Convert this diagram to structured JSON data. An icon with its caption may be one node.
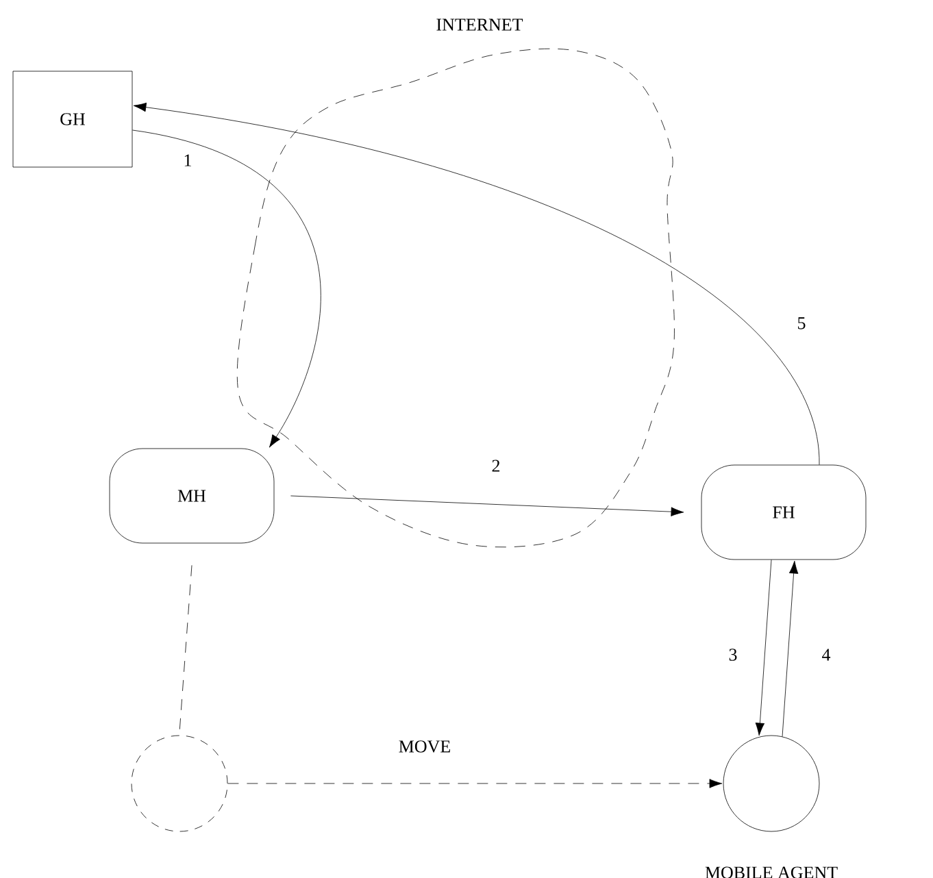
{
  "diagram": {
    "nodes": [
      {
        "text": [
          "GH"
        ]
      },
      {
        "text": [
          "MH"
        ]
      },
      {
        "text": [
          "FH"
        ]
      },
      {
        "text": [],
        "shape": "circle"
      },
      {
        "text": [],
        "shape": "circle",
        "beside": [
          "MOBILE AGENT"
        ]
      }
    ],
    "edges": [
      {
        "from": 0,
        "to": 1,
        "arrow": "to",
        "label": "1"
      },
      {
        "from": 1,
        "to": 2,
        "arrow": "to",
        "label": "2"
      },
      {
        "from": 2,
        "to": 4,
        "arrow": "to",
        "label": "3"
      },
      {
        "from": 4,
        "to": 2,
        "arrow": "to",
        "label": "4"
      },
      {
        "from": 2,
        "to": 0,
        "arrow": "to",
        "label": "5"
      },
      {
        "from": 1,
        "to": 3,
        "arrow": "none",
        "style": "dashed"
      },
      {
        "from": 3,
        "to": 4,
        "arrow": "to",
        "label": "MOVE",
        "style": "dashed"
      }
    ],
    "labels": [
      "INTERNET"
    ]
  }
}
